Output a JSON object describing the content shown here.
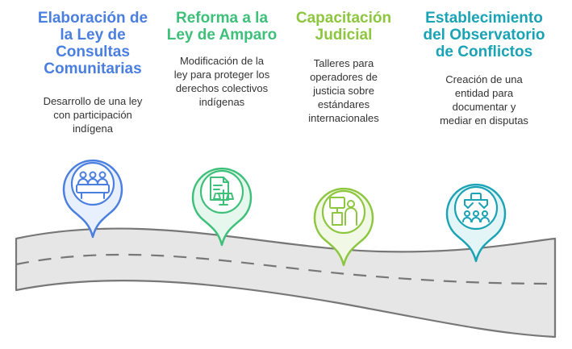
{
  "colors": {
    "road": "#e6e6e6",
    "road_edge": "#777777",
    "lane_dash": "#777777",
    "text": "#333333"
  },
  "steps": [
    {
      "title_lines": [
        "Elaboración de",
        "la Ley de",
        "Consultas",
        "Comunitarias"
      ],
      "desc_lines": [
        "Desarrollo de una ley",
        "con participación",
        "indígena"
      ],
      "color": "#4a7fe0",
      "fill": "#e8f0fd",
      "icon": "community-meeting-icon"
    },
    {
      "title_lines": [
        "Reforma a la",
        "Ley de Amparo"
      ],
      "desc_lines": [
        "Modificación de la",
        "ley para proteger los",
        "derechos colectivos",
        "indígenas"
      ],
      "color": "#3fc07a",
      "fill": "#e6f7ee",
      "icon": "legal-document-scales-icon"
    },
    {
      "title_lines": [
        "Capacitación",
        "Judicial"
      ],
      "desc_lines": [
        "Talleres para",
        "operadores de",
        "justicia sobre",
        "estándares",
        "internacionales"
      ],
      "color": "#8dc63f",
      "fill": "#f1f8e6",
      "icon": "presenter-training-icon"
    },
    {
      "title_lines": [
        "Establecimiento",
        "del Observatorio",
        "de Conflictos"
      ],
      "desc_lines": [
        "Creación de una",
        "entidad para",
        "documentar y",
        "mediar en disputas"
      ],
      "color": "#1aa3b5",
      "fill": "#e4f5f7",
      "icon": "mediation-network-icon"
    }
  ]
}
